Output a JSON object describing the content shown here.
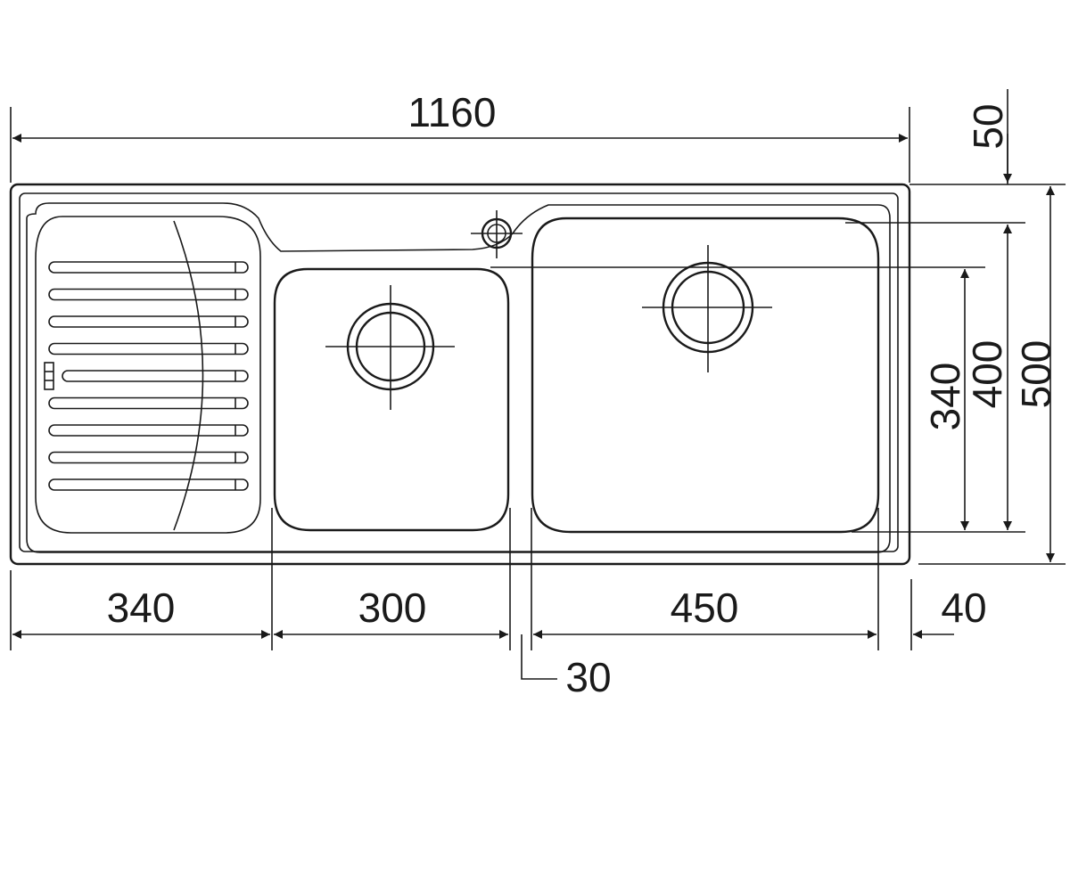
{
  "dimensions": {
    "overall_width": "1160",
    "top_offset": "50",
    "drainer_width": "340",
    "small_bowl_width": "300",
    "bowl_gap": "30",
    "large_bowl_width": "450",
    "right_margin": "40",
    "bowl_depth": "340",
    "inner_depth": "400",
    "overall_depth": "500"
  },
  "components": {
    "drainer_grooves": 9,
    "small_bowl_waste": "waste-outlet",
    "large_bowl_waste": "waste-outlet",
    "tap_hole": "tap-hole"
  },
  "colors": {
    "line": "#1a1a1a",
    "background": "#ffffff"
  }
}
